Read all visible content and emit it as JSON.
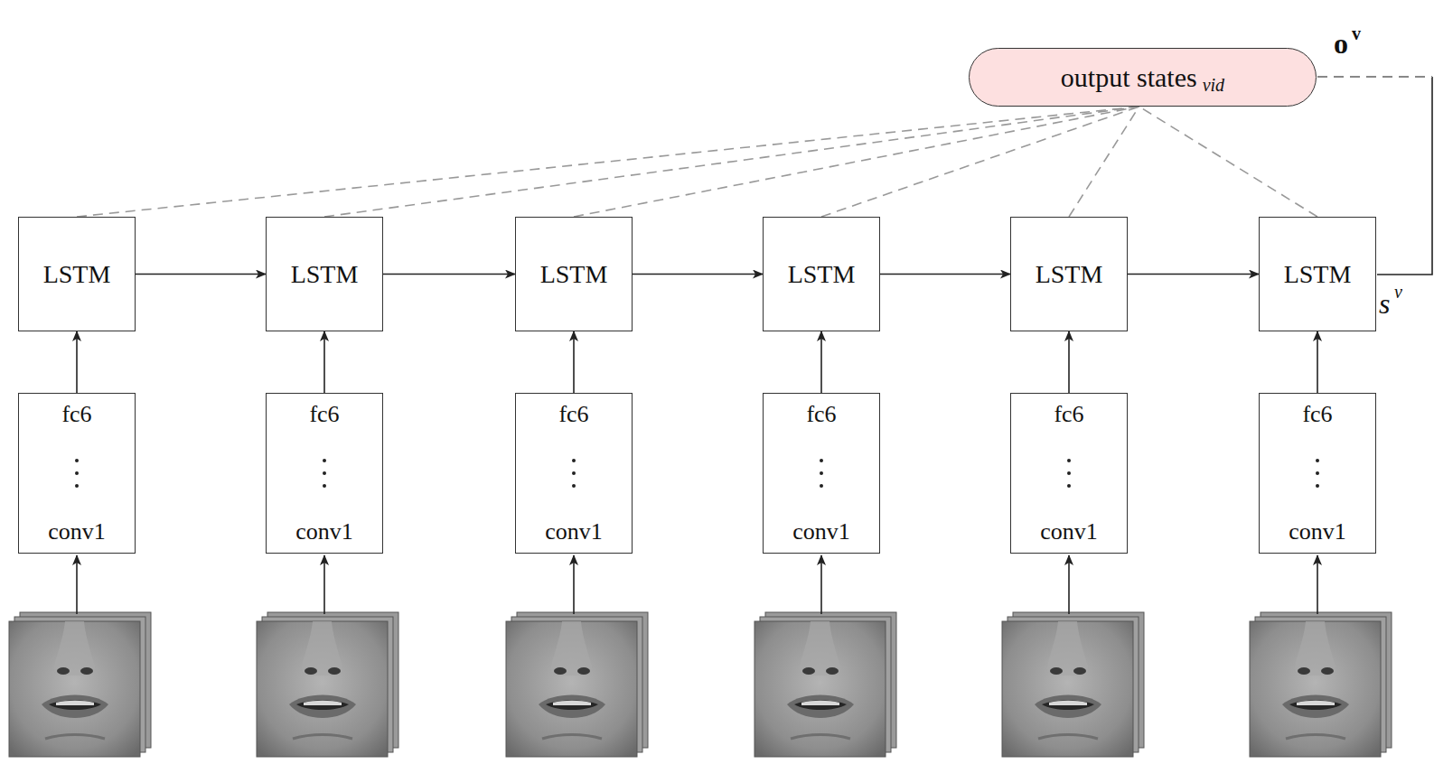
{
  "diagram": {
    "nodes": [
      {
        "text": [
          "output states",
          "vid"
        ]
      },
      {
        "text": [
          "LSTM"
        ]
      },
      {
        "text": [
          "LSTM"
        ]
      },
      {
        "text": [
          "LSTM"
        ]
      },
      {
        "text": [
          "LSTM"
        ]
      },
      {
        "text": [
          "LSTM"
        ]
      },
      {
        "text": [
          "LSTM"
        ]
      },
      {
        "text": [
          "fc6",
          "conv1"
        ]
      },
      {
        "text": [
          "fc6",
          "conv1"
        ]
      },
      {
        "text": [
          "fc6",
          "conv1"
        ]
      },
      {
        "text": [
          "fc6",
          "conv1"
        ]
      },
      {
        "text": [
          "fc6",
          "conv1"
        ]
      },
      {
        "text": [
          "fc6",
          "conv1"
        ]
      }
    ],
    "edges": [
      {
        "from": 7,
        "to": 1,
        "arrow": "to"
      },
      {
        "from": 8,
        "to": 2,
        "arrow": "to"
      },
      {
        "from": 9,
        "to": 3,
        "arrow": "to"
      },
      {
        "from": 10,
        "to": 4,
        "arrow": "to"
      },
      {
        "from": 11,
        "to": 5,
        "arrow": "to"
      },
      {
        "from": 12,
        "to": 6,
        "arrow": "to"
      },
      {
        "from": 1,
        "to": 2,
        "arrow": "to"
      },
      {
        "from": 2,
        "to": 3,
        "arrow": "to"
      },
      {
        "from": 3,
        "to": 4,
        "arrow": "to"
      },
      {
        "from": 4,
        "to": 5,
        "arrow": "to"
      },
      {
        "from": 5,
        "to": 6,
        "arrow": "to"
      },
      {
        "from": 1,
        "to": 0,
        "arrow": "none"
      },
      {
        "from": 2,
        "to": 0,
        "arrow": "none"
      },
      {
        "from": 3,
        "to": 0,
        "arrow": "none"
      },
      {
        "from": 4,
        "to": 0,
        "arrow": "none"
      },
      {
        "from": 5,
        "to": 0,
        "arrow": "none"
      },
      {
        "from": 6,
        "to": 0,
        "arrow": "none"
      }
    ],
    "labels": [
      "o",
      "v",
      "s",
      "v"
    ]
  }
}
